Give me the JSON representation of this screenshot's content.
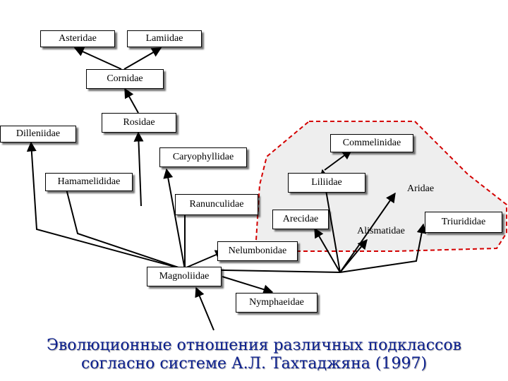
{
  "taxa": {
    "asteridae": "Asteridae",
    "lamiidae": "Lamiidae",
    "cornidae": "Cornidae",
    "rosidae": "Rosidae",
    "dilleniidae": "Dilleniidae",
    "commelinidae": "Commelinidae",
    "caryophyllidae": "Caryophyllidae",
    "hamamelididae": "Hamamelididae",
    "liliidae": "Liliidae",
    "aridae": "Aridae",
    "ranunculidae": "Ranunculidae",
    "arecidae": "Arecidae",
    "alismatidae": "Alismatidae",
    "triurididae": "Triurididae",
    "nelumbonidae": "Nelumbonidae",
    "magnoliidae": "Magnoliidae",
    "nymphaeidae": "Nymphaeidae"
  },
  "caption": {
    "line1": "Эволюционные отношения различных подклассов",
    "line2": "согласно системе А.Л. Тахтаджяна (1997)"
  },
  "colors": {
    "caption": "#0b1f8e",
    "monocot_region_border": "#d40000",
    "monocot_region_fill": "#eeeeee"
  }
}
